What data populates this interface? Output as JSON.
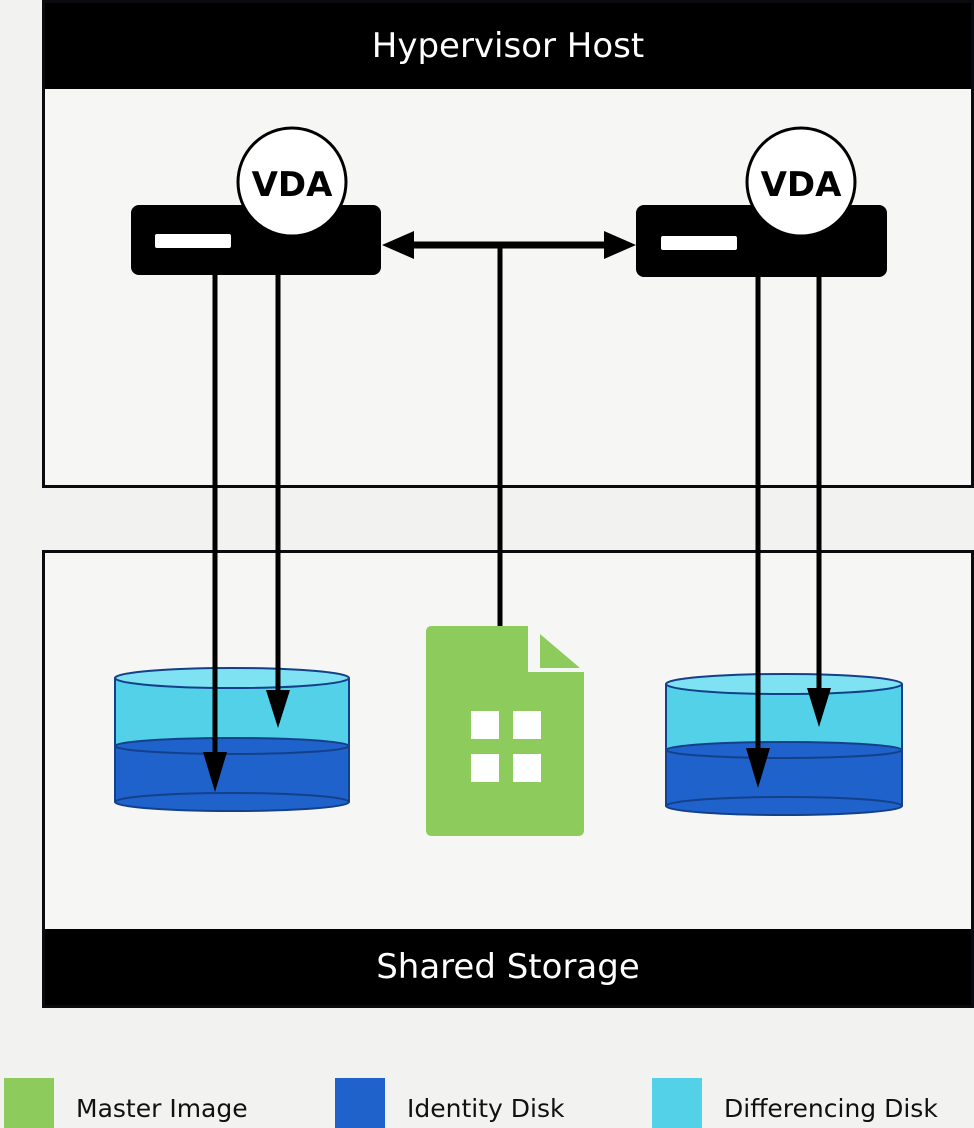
{
  "host": {
    "title": "Hypervisor Host"
  },
  "storage": {
    "title": "Shared Storage"
  },
  "vdas": [
    {
      "label": "VDA",
      "icon": "server-icon"
    },
    {
      "label": "VDA",
      "icon": "server-icon"
    }
  ],
  "master_image": {
    "icon": "master-image-file-icon"
  },
  "colors": {
    "master_image": "#8dcc5c",
    "identity_disk": "#1f62cc",
    "differencing_disk": "#52d1e8",
    "band": "#000000"
  },
  "legend": [
    {
      "label": "Master Image",
      "color": "#8dcc5c"
    },
    {
      "label": "Identity Disk",
      "color": "#1f62cc"
    },
    {
      "label": "Differencing Disk",
      "color": "#52d1e8"
    }
  ]
}
